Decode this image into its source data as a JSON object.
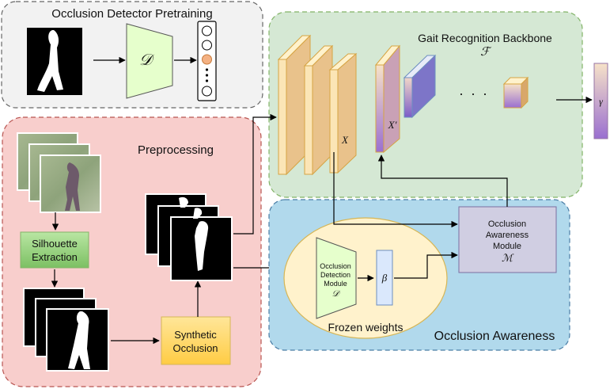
{
  "pretraining": {
    "title": "Occlusion Detector Pretraining",
    "detector_symbol": "𝒟",
    "output_dots": "•\n•\n•"
  },
  "backbone": {
    "title": "Gait Recognition Backbone",
    "symbol": "ℱ",
    "x_label": "X",
    "x_prime_label": "X'",
    "ellipsis": "· · ·",
    "gamma": "γ"
  },
  "preprocessing": {
    "title": "Preprocessing",
    "silhouette_extraction": [
      "Silhouette",
      "Extraction"
    ],
    "synthetic_occlusion": [
      "Synthetic",
      "Occlusion"
    ]
  },
  "awareness": {
    "title": "Occlusion Awareness",
    "module": [
      "Occlusion",
      "Awareness",
      "Module",
      "ℳ"
    ],
    "detection_module": [
      "Occlusion",
      "Detection",
      "Module",
      "𝒟"
    ],
    "beta": "β",
    "frozen_label": "Frozen weights"
  },
  "colors": {
    "pretraining_bg": "#f2f2f2",
    "backbone_bg": "#d5e8d4",
    "preprocessing_bg": "#f8cecc",
    "awareness_bg": "#b1d9ec",
    "frozen_bg": "#fff2cc",
    "detector_fill": "#e6ffcc",
    "green_box": "#8fcf7a",
    "yellow_box": "#ffd966",
    "module_fill": "#d0cee2"
  }
}
